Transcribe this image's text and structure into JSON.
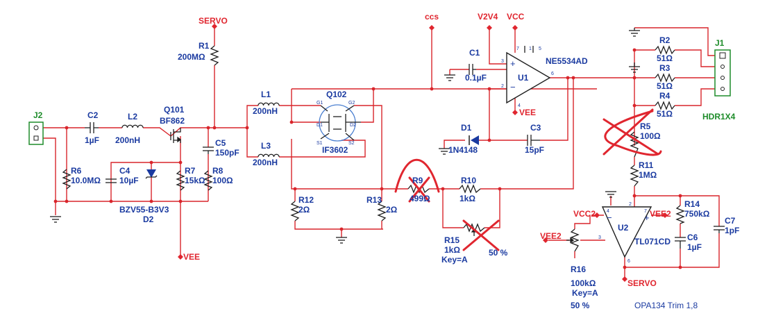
{
  "labels": {
    "servo_top": "SERVO",
    "ccs": "ccs",
    "v2v4": "V2V4",
    "vcc": "VCC",
    "vee_u1": "VEE",
    "vee_left": "VEE",
    "vcc2": "VCC2",
    "vee2_right": "VEE2",
    "vee2_left": "VEE2",
    "servo_bottom": "SERVO",
    "j2": "J2",
    "j1": "J1",
    "hdr": "HDR1X4",
    "r1": "R1",
    "r1v": "200MΩ",
    "c2": "C2",
    "c2v": "1µF",
    "l2": "L2",
    "l2v": "200nH",
    "q101": "Q101",
    "q101v": "BF862",
    "c5": "C5",
    "c5v": "150pF",
    "r6": "R6",
    "r6v": "10.0MΩ",
    "c4": "C4",
    "c4v": "10µF",
    "r7": "R7",
    "r7v": "15kΩ",
    "r8": "R8",
    "r8v": "100Ω",
    "d2": "D2",
    "d2v": "BZV55-B3V3",
    "l1": "L1",
    "l1v": "200nH",
    "l3": "L3",
    "l3v": "200nH",
    "q102": "Q102",
    "q102v": "IF3602",
    "r12": "R12",
    "r12v": "2Ω",
    "r13": "R13",
    "r13v": "2Ω",
    "r9": "R9",
    "r9v": "499Ω",
    "r10": "R10",
    "r10v": "1kΩ",
    "r15": "R15",
    "r15v": "1kΩ",
    "r15k": "Key=A",
    "r15p": "50 %",
    "c1": "C1",
    "c1v": "0.1µF",
    "u1": "U1",
    "u1v": "NE5534AD",
    "d1": "D1",
    "d1v": "1N4148",
    "c3": "C3",
    "c3v": "15pF",
    "r2": "R2",
    "r2v": "51Ω",
    "r3": "R3",
    "r3v": "51Ω",
    "r4": "R4",
    "r4v": "51Ω",
    "r5": "R5",
    "r5v": "100Ω",
    "r11": "R11",
    "r11v": "1MΩ",
    "r14": "R14",
    "r14v": "750kΩ",
    "c6": "C6",
    "c6v": "1µF",
    "c7": "C7",
    "c7v": "1pF",
    "u2": "U2",
    "u2v": "TL071CD",
    "r16": "R16",
    "r16v": "100kΩ",
    "r16k": "Key=A",
    "r16p": "50 %",
    "note": "OPA134 Trim 1,8"
  },
  "colors": {
    "wire": "#d9252b",
    "label": "#1a3aa0",
    "net": "#e0262f",
    "connector": "#1e8c2a"
  }
}
